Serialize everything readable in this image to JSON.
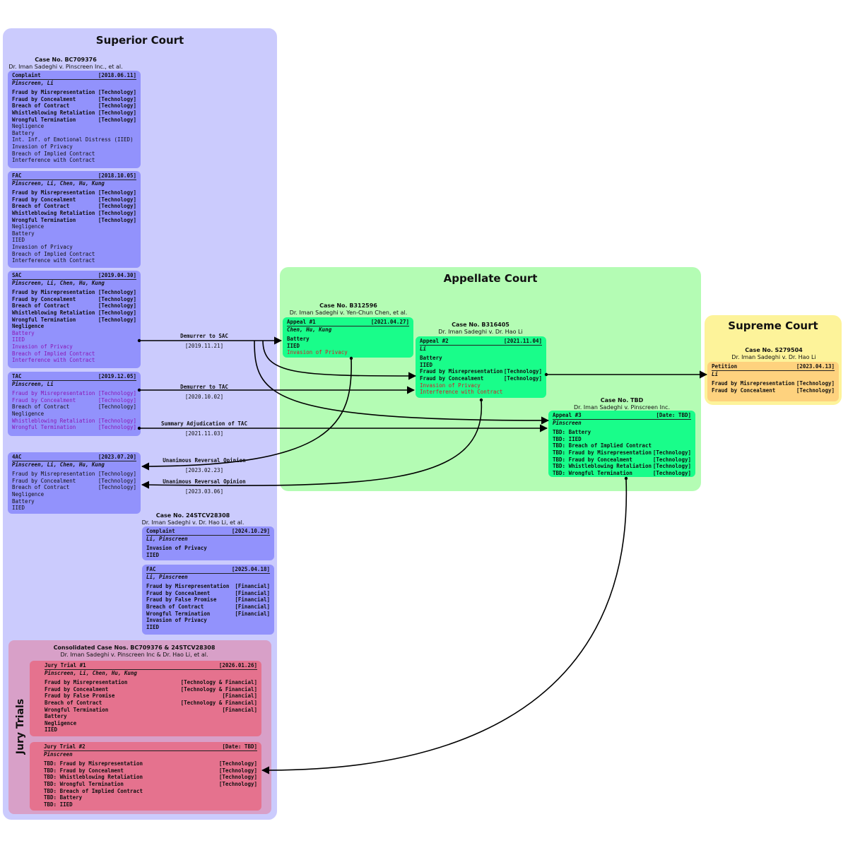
{
  "colors": {
    "superior_bg": "#cbcbfd",
    "appellate_bg": "#b4fcb4",
    "supreme_bg": "#fdf39a",
    "jury_bg": "#d8a0c8",
    "superior_box": "#9292fc",
    "appellate_box": "#19fd8a",
    "supreme_box": "#fed27e",
    "jury_box": "#e5728e",
    "red_text": "#d81b2a",
    "purple_text": "#8a16b5"
  },
  "courts": {
    "superior": "Superior Court",
    "appellate": "Appellate Court",
    "supreme": "Supreme Court",
    "jury": "Jury Trials"
  },
  "cases": {
    "bc709376": {
      "num": "Case No. BC709376",
      "title": "Dr. Iman Sadeghi v. Pinscreen Inc., et al."
    },
    "stcv": {
      "num": "Case No. 24STCV28308",
      "title": "Dr. Iman Sadeghi v. Dr. Hao Li, et al."
    },
    "b312596": {
      "num": "Case No. B312596",
      "title": "Dr. Iman Sadeghi v. Yen-Chun Chen, et al."
    },
    "b316405": {
      "num": "Case No. B316405",
      "title": "Dr. Iman Sadeghi v. Dr. Hao Li"
    },
    "tbd": {
      "num": "Case No. TBD",
      "title": "Dr. Iman Sadeghi v. Pinscreen Inc."
    },
    "s279504": {
      "num": "Case No. S279504",
      "title": "Dr. Iman Sadeghi v. Dr. Hao Li"
    },
    "consolidated": {
      "num": "Consolidated Case Nos. BC709376 & 24STCV28308",
      "title": "Dr. Iman Sadeghi v. Pinscreen Inc & Dr. Hao Li, et al."
    }
  },
  "pleadings": {
    "complaint": {
      "name": "Complaint",
      "date": "[2018.06.11]",
      "parties": "Pinscreen, Li",
      "claims": [
        {
          "t": "Fraud by Misrepresentation",
          "tag": "[Technology]",
          "s": "b"
        },
        {
          "t": "Fraud by Concealment",
          "tag": "[Technology]",
          "s": "b"
        },
        {
          "t": "Breach of Contract",
          "tag": "[Technology]",
          "s": "b"
        },
        {
          "t": "Whistleblowing Retaliation",
          "tag": "[Technology]",
          "s": "b"
        },
        {
          "t": "Wrongful Termination",
          "tag": "[Technology]",
          "s": "b"
        },
        {
          "t": "Negligence",
          "tag": "",
          "s": "p"
        },
        {
          "t": "Battery",
          "tag": "",
          "s": "p"
        },
        {
          "t": "Int. Inf. of Emotional Distress (IIED)",
          "tag": "",
          "s": "p"
        },
        {
          "t": "Invasion of Privacy",
          "tag": "",
          "s": "p"
        },
        {
          "t": "Breach of Implied Contract",
          "tag": "",
          "s": "p"
        },
        {
          "t": "Interference with Contract",
          "tag": "",
          "s": "p"
        }
      ]
    },
    "fac": {
      "name": "FAC",
      "date": "[2018.10.05]",
      "parties": "Pinscreen, Li, Chen, Hu, Kung",
      "claims": [
        {
          "t": "Fraud by Misrepresentation",
          "tag": "[Technology]",
          "s": "b"
        },
        {
          "t": "Fraud by Concealment",
          "tag": "[Technology]",
          "s": "b"
        },
        {
          "t": "Breach of Contract",
          "tag": "[Technology]",
          "s": "b"
        },
        {
          "t": "Whistleblowing Retaliation",
          "tag": "[Technology]",
          "s": "b"
        },
        {
          "t": "Wrongful Termination",
          "tag": "[Technology]",
          "s": "b"
        },
        {
          "t": "Negligence",
          "tag": "",
          "s": "p"
        },
        {
          "t": "Battery",
          "tag": "",
          "s": "p"
        },
        {
          "t": "IIED",
          "tag": "",
          "s": "p"
        },
        {
          "t": "Invasion of Privacy",
          "tag": "",
          "s": "p"
        },
        {
          "t": "Breach of Implied Contract",
          "tag": "",
          "s": "p"
        },
        {
          "t": "Interference with Contract",
          "tag": "",
          "s": "p"
        }
      ]
    },
    "sac": {
      "name": "SAC",
      "date": "[2019.04.30]",
      "parties": "Pinscreen, Li, Chen, Hu, Kung",
      "claims": [
        {
          "t": "Fraud by Misrepresentation",
          "tag": "[Technology]",
          "s": "b"
        },
        {
          "t": "Fraud by Concealment",
          "tag": "[Technology]",
          "s": "b"
        },
        {
          "t": "Breach of Contract",
          "tag": "[Technology]",
          "s": "b"
        },
        {
          "t": "Whistleblowing Retaliation",
          "tag": "[Technology]",
          "s": "b"
        },
        {
          "t": "Wrongful Termination",
          "tag": "[Technology]",
          "s": "b"
        },
        {
          "t": "Negligence",
          "tag": "",
          "s": "b"
        },
        {
          "t": "Battery",
          "tag": "",
          "s": "u"
        },
        {
          "t": "IIED",
          "tag": "",
          "s": "u"
        },
        {
          "t": "Invasion of Privacy",
          "tag": "",
          "s": "u"
        },
        {
          "t": "Breach of Implied Contract",
          "tag": "",
          "s": "u"
        },
        {
          "t": "Interference with Contract",
          "tag": "",
          "s": "u"
        }
      ]
    },
    "tac": {
      "name": "TAC",
      "date": "[2019.12.05]",
      "parties": "Pinscreen, Li",
      "claims": [
        {
          "t": "Fraud by Misrepresentation",
          "tag": "[Technology]",
          "s": "u"
        },
        {
          "t": "Fraud by Concealment",
          "tag": "[Technology]",
          "s": "u"
        },
        {
          "t": "Breach of Contract",
          "tag": "[Technology]",
          "s": "p"
        },
        {
          "t": "Negligence",
          "tag": "",
          "s": "p"
        },
        {
          "t": "Whistleblowing Retaliation",
          "tag": "[Technology]",
          "s": "u"
        },
        {
          "t": "Wrongful Termination",
          "tag": "[Technology]",
          "s": "u"
        }
      ]
    },
    "fourac": {
      "name": "4AC",
      "date": "[2023.07.20]",
      "parties": "Pinscreen, Li, Chen, Hu, Kung",
      "claims": [
        {
          "t": "Fraud by Misrepresentation",
          "tag": "[Technology]",
          "s": "p"
        },
        {
          "t": "Fraud by Concealment",
          "tag": "[Technology]",
          "s": "p"
        },
        {
          "t": "Breach of Contract",
          "tag": "[Technology]",
          "s": "p"
        },
        {
          "t": "Negligence",
          "tag": "",
          "s": "p"
        },
        {
          "t": "Battery",
          "tag": "",
          "s": "p"
        },
        {
          "t": "IIED",
          "tag": "",
          "s": "p"
        }
      ]
    },
    "complaint2": {
      "name": "Complaint",
      "date": "[2024.10.29]",
      "parties": "Li, Pinscreen",
      "claims": [
        {
          "t": "Invasion of Privacy",
          "tag": "",
          "s": "b"
        },
        {
          "t": "IIED",
          "tag": "",
          "s": "b"
        }
      ]
    },
    "fac2": {
      "name": "FAC",
      "date": "[2025.04.18]",
      "parties": "Li, Pinscreen",
      "claims": [
        {
          "t": "Fraud by Misrepresentation",
          "tag": "[Financial]",
          "s": "b"
        },
        {
          "t": "Fraud by Concealment",
          "tag": "[Financial]",
          "s": "b"
        },
        {
          "t": "Fraud by False Promise",
          "tag": "[Financial]",
          "s": "b"
        },
        {
          "t": "Breach of Contract",
          "tag": "[Financial]",
          "s": "b"
        },
        {
          "t": "Wrongful Termination",
          "tag": "[Financial]",
          "s": "b"
        },
        {
          "t": "Invasion of Privacy",
          "tag": "",
          "s": "b"
        },
        {
          "t": "IIED",
          "tag": "",
          "s": "b"
        }
      ]
    },
    "appeal1": {
      "name": "Appeal #1",
      "date": "[2021.04.27]",
      "parties": "Chen, Hu, Kung",
      "claims": [
        {
          "t": "Battery",
          "tag": "",
          "s": "b"
        },
        {
          "t": "IIED",
          "tag": "",
          "s": "b"
        },
        {
          "t": "Invasion of Privacy",
          "tag": "",
          "s": "r"
        }
      ]
    },
    "appeal2": {
      "name": "Appeal #2",
      "date": "[2021.11.04]",
      "parties": "Li",
      "claims": [
        {
          "t": "Battery",
          "tag": "",
          "s": "b"
        },
        {
          "t": "IIED",
          "tag": "",
          "s": "b"
        },
        {
          "t": "Fraud by Misrepresentation",
          "tag": "[Technology]",
          "s": "b"
        },
        {
          "t": "Fraud by Concealment",
          "tag": "[Technology]",
          "s": "b"
        },
        {
          "t": "Invasion of Privacy",
          "tag": "",
          "s": "r"
        },
        {
          "t": "Interference with Contract",
          "tag": "",
          "s": "r"
        }
      ]
    },
    "appeal3": {
      "name": "Appeal #3",
      "date": "[Date: TBD]",
      "parties": "Pinscreen",
      "claims": [
        {
          "t": "TBD: Battery",
          "tag": "",
          "s": "b"
        },
        {
          "t": "TBD: IIED",
          "tag": "",
          "s": "b"
        },
        {
          "t": "TBD: Breach of Implied Contract",
          "tag": "",
          "s": "b"
        },
        {
          "t": "TBD: Fraud by Misrepresentation",
          "tag": "[Technology]",
          "s": "b"
        },
        {
          "t": "TBD: Fraud by Concealment",
          "tag": "[Technology]",
          "s": "b"
        },
        {
          "t": "TBD: Whistleblowing Retaliation",
          "tag": "[Technology]",
          "s": "b"
        },
        {
          "t": "TBD: Wrongful Termination",
          "tag": "[Technology]",
          "s": "b"
        }
      ]
    },
    "petition": {
      "name": "Petition",
      "date": "[2023.04.13]",
      "parties": "Li",
      "claims": [
        {
          "t": "Fraud by Misrepresentation",
          "tag": "[Technology]",
          "s": "b"
        },
        {
          "t": "Fraud by Concealment",
          "tag": "[Technology]",
          "s": "b"
        }
      ]
    },
    "jury1": {
      "name": "Jury Trial #1",
      "date": "[2026.01.26]",
      "parties": "Pinscreen, Li, Chen, Hu, Kung",
      "claims": [
        {
          "t": "Fraud by Misrepresentation",
          "tag": "[Technology & Financial]",
          "s": "b"
        },
        {
          "t": "Fraud by Concealment",
          "tag": "[Technology & Financial]",
          "s": "b"
        },
        {
          "t": "Fraud by False Promise",
          "tag": "[Financial]",
          "s": "b"
        },
        {
          "t": "Breach of Contract",
          "tag": "[Technology & Financial]",
          "s": "b"
        },
        {
          "t": "Wrongful Termination",
          "tag": "[Financial]",
          "s": "b"
        },
        {
          "t": "Battery",
          "tag": "",
          "s": "b"
        },
        {
          "t": "Negligence",
          "tag": "",
          "s": "b"
        },
        {
          "t": "IIED",
          "tag": "",
          "s": "b"
        }
      ]
    },
    "jury2": {
      "name": "Jury Trial #2",
      "date": "[Date: TBD]",
      "parties": "Pinscreen",
      "claims": [
        {
          "t": "TBD: Fraud by Misrepresentation",
          "tag": "[Technology]",
          "s": "b"
        },
        {
          "t": "TBD: Fraud by Concealment",
          "tag": "[Technology]",
          "s": "b"
        },
        {
          "t": "TBD: Whistleblowing Retaliation",
          "tag": "[Technology]",
          "s": "b"
        },
        {
          "t": "TBD: Wrongful Termination",
          "tag": "[Technology]",
          "s": "b"
        },
        {
          "t": "TBD: Breach of Implied Contract",
          "tag": "",
          "s": "b"
        },
        {
          "t": "TBD: Battery",
          "tag": "",
          "s": "b"
        },
        {
          "t": "TBD: IIED",
          "tag": "",
          "s": "b"
        }
      ]
    }
  },
  "edges": {
    "demurrer_sac": {
      "label": "Demurrer to SAC",
      "date": "[2019.11.21]"
    },
    "demurrer_tac": {
      "label": "Demurrer to TAC",
      "date": "[2020.10.02]"
    },
    "summary_tac": {
      "label": "Summary Adjudication of TAC",
      "date": "[2021.11.03]"
    },
    "reversal1": {
      "label": "Unanimous Reversal Opinion",
      "date": "[2023.02.23]"
    },
    "reversal2": {
      "label": "Unanimous Reversal Opinion",
      "date": "[2023.03.06]"
    }
  }
}
